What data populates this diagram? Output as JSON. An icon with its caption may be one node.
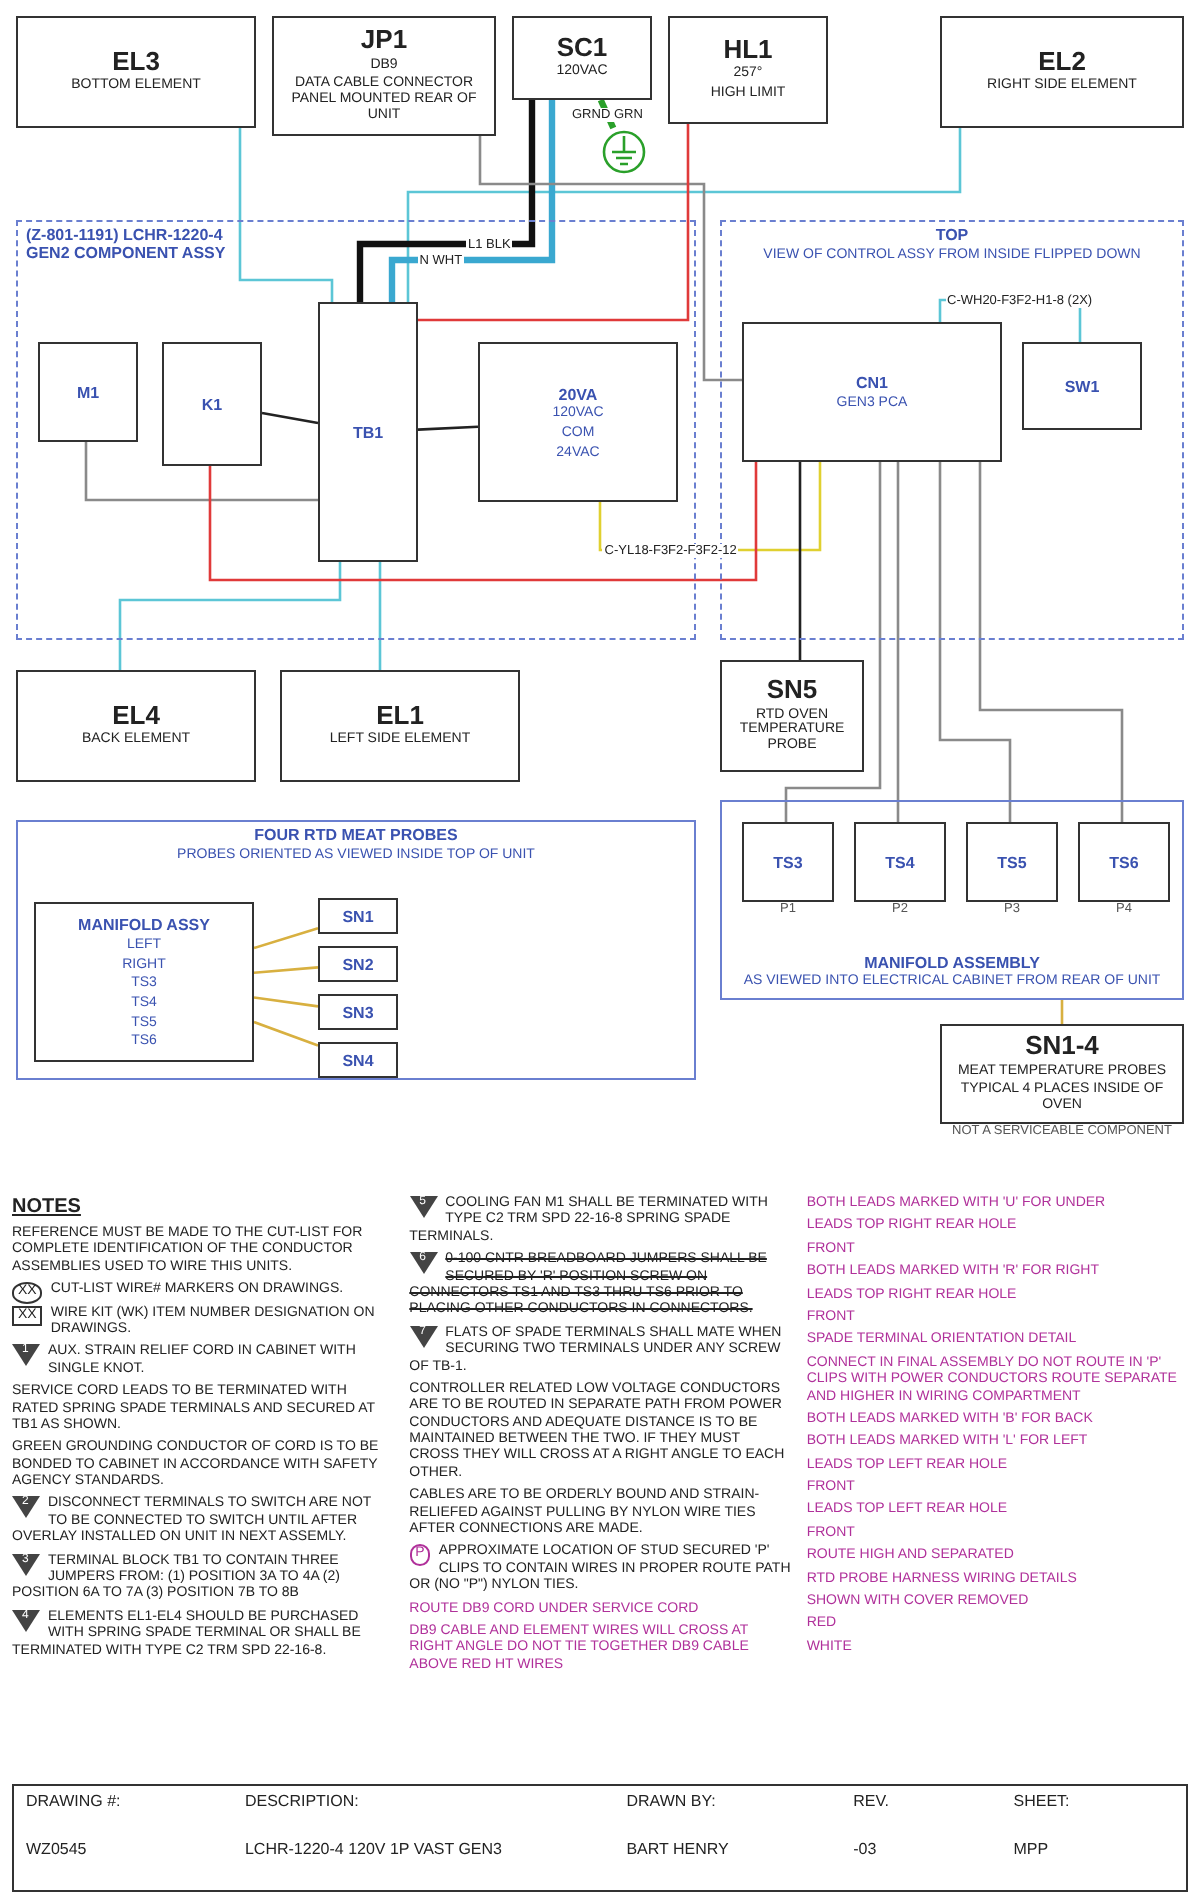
{
  "diagram": {
    "nodes": [
      {
        "text": [
          "EL3",
          "BOTTOM ELEMENT"
        ]
      },
      {
        "text": [
          "EL2",
          "RIGHT SIDE ELEMENT"
        ]
      },
      {
        "text": [
          "JP1",
          "DB9",
          "DATA CABLE CONNECTOR PANEL MOUNTED REAR OF UNIT"
        ]
      },
      {
        "text": [
          "SC1",
          "120VAC"
        ]
      },
      {
        "text": [
          "HL1",
          "257°",
          "HIGH LIMIT"
        ]
      },
      {
        "text": [
          "(Z-801-1191) LCHR-1220-4 GEN2 COMPONENT ASSY"
        ]
      },
      {
        "text": [
          "M1"
        ],
        "in": 5
      },
      {
        "text": [
          "K1"
        ],
        "in": 5
      },
      {
        "text": [
          "TB1"
        ],
        "in": 5
      },
      {
        "text": [
          "20VA",
          "120VAC",
          "COM",
          "24VAC"
        ],
        "in": 5
      },
      {
        "text": [
          "TOP",
          "VIEW OF CONTROL ASSY FROM INSIDE FLIPPED DOWN"
        ]
      },
      {
        "text": [
          "CN1",
          "GEN3 PCA"
        ],
        "in": 10
      },
      {
        "text": [
          "SW1"
        ],
        "in": 10
      },
      {
        "text": [
          "SN5",
          "RTD OVEN TEMPERATURE PROBE"
        ]
      },
      {
        "text": [
          "MANIFOLD ASSEMBLY",
          "AS VIEWED INTO ELECTRICAL CABINET FROM REAR OF UNIT"
        ]
      },
      {
        "text": [
          "TS3"
        ],
        "in": 14,
        "beside": [
          "P1"
        ]
      },
      {
        "text": [
          "TS4"
        ],
        "in": 14,
        "beside": [
          "P2"
        ]
      },
      {
        "text": [
          "TS5"
        ],
        "in": 14,
        "beside": [
          "P3"
        ]
      },
      {
        "text": [
          "TS6"
        ],
        "in": 14,
        "beside": [
          "P4"
        ]
      },
      {
        "text": [
          "SN1-4",
          "MEAT TEMPERATURE PROBES",
          "TYPICAL 4 PLACES INSIDE OF OVEN"
        ],
        "beside": [
          "NOT A SERVICEABLE COMPONENT"
        ]
      },
      {
        "text": [
          "EL4",
          "BACK ELEMENT"
        ]
      },
      {
        "text": [
          "EL1",
          "LEFT SIDE ELEMENT"
        ]
      },
      {
        "text": [
          "FOUR RTD MEAT PROBES",
          "PROBES ORIENTED AS VIEWED INSIDE TOP OF UNIT"
        ]
      },
      {
        "text": [
          "MANIFOLD ASSY",
          "LEFT",
          "RIGHT",
          "TS3",
          "TS4",
          "TS5",
          "TS6"
        ],
        "in": 22
      },
      {
        "text": [
          "SN1"
        ],
        "in": 22
      },
      {
        "text": [
          "SN2"
        ],
        "in": 22
      },
      {
        "text": [
          "SN3"
        ],
        "in": 22
      },
      {
        "text": [
          "SN4"
        ],
        "in": 22
      },
      {
        "text": [],
        "shape": "circle"
      }
    ],
    "edges": [
      {
        "from": 0,
        "to": 8,
        "arrow": "none",
        "color": "#5cc6d6"
      },
      {
        "from": 1,
        "to": 8,
        "arrow": "none",
        "color": "#5cc6d6"
      },
      {
        "from": 20,
        "to": 8,
        "arrow": "none",
        "color": "#5cc6d6"
      },
      {
        "from": 21,
        "to": 8,
        "arrow": "none",
        "color": "#5cc6d6"
      },
      {
        "from": 3,
        "to": 8,
        "arrow": "none",
        "label": "L1 BLK",
        "style": "thick",
        "color": "#111111"
      },
      {
        "from": 3,
        "to": 8,
        "arrow": "none",
        "label": "N WHT",
        "style": "thick",
        "color": "#3aa8d0"
      },
      {
        "from": 3,
        "to": 28,
        "arrow": "none",
        "label": "GRND GRN",
        "style": "thick",
        "color": "#2aa02a"
      },
      {
        "from": 2,
        "to": 11,
        "arrow": "none",
        "color": "#8a8a8a"
      },
      {
        "from": 4,
        "to": 8,
        "arrow": "none",
        "color": "#e03a3a"
      },
      {
        "from": 7,
        "to": 8,
        "arrow": "none",
        "color": "#222222"
      },
      {
        "from": 6,
        "to": 8,
        "arrow": "none",
        "color": "#8a8a8a"
      },
      {
        "from": 9,
        "to": 8,
        "arrow": "none",
        "color": "#222222"
      },
      {
        "from": 9,
        "to": 11,
        "arrow": "none",
        "label": "C-YL18-F3F2-F3F2-12",
        "color": "#e0d030"
      },
      {
        "from": 11,
        "to": 7,
        "arrow": "none",
        "color": "#e03a3a"
      },
      {
        "from": 12,
        "to": 11,
        "arrow": "none",
        "label": "C-WH20-F3F2-H1-8 (2X)",
        "color": "#5cc6d6"
      },
      {
        "from": 13,
        "to": 11,
        "arrow": "none",
        "color": "#222222"
      },
      {
        "from": 15,
        "to": 11,
        "arrow": "none",
        "color": "#8a8a8a"
      },
      {
        "from": 16,
        "to": 11,
        "arrow": "none",
        "color": "#8a8a8a"
      },
      {
        "from": 17,
        "to": 11,
        "arrow": "none",
        "color": "#8a8a8a"
      },
      {
        "from": 18,
        "to": 11,
        "arrow": "none",
        "color": "#8a8a8a"
      },
      {
        "from": 19,
        "to": 14,
        "arrow": "none",
        "color": "#d8b040"
      },
      {
        "from": 24,
        "to": 23,
        "arrow": "none",
        "color": "#d8b040"
      },
      {
        "from": 25,
        "to": 23,
        "arrow": "none",
        "color": "#d8b040"
      },
      {
        "from": 26,
        "to": 23,
        "arrow": "none",
        "color": "#d8b040"
      },
      {
        "from": 27,
        "to": 23,
        "arrow": "none",
        "color": "#d8b040"
      }
    ],
    "labels": [
      "NOTES",
      "REFERENCE MUST BE MADE TO THE CUT-LIST FOR COMPLETE IDENTIFICATION OF THE CONDUCTOR ASSEMBLIES USED TO WIRE THIS UNITS.",
      "XX",
      "CUT-LIST WIRE# MARKERS ON DRAWINGS.",
      "XX",
      "WIRE KIT (WK) ITEM NUMBER DESIGNATION ON DRAWINGS.",
      "1",
      "AUX. STRAIN RELIEF CORD IN CABINET WITH SINGLE KNOT.",
      "SERVICE CORD LEADS TO BE TERMINATED WITH RATED SPRING SPADE TERMINALS AND SECURED AT TB1 AS SHOWN.",
      "GREEN GROUNDING CONDUCTOR OF CORD IS TO BE BONDED TO CABINET IN ACCORDANCE WITH SAFETY AGENCY STANDARDS.",
      "2",
      "DISCONNECT TERMINALS TO SWITCH ARE NOT TO BE CONNECTED TO SWITCH UNTIL AFTER OVERLAY INSTALLED ON UNIT IN NEXT ASSEMLY.",
      "3",
      "TERMINAL BLOCK TB1 TO CONTAIN THREE JUMPERS FROM: (1) POSITION 3A TO 4A (2) POSITION 6A TO 7A (3) POSITION 7B TO 8B",
      "4",
      "ELEMENTS EL1-EL4 SHOULD BE PURCHASED WITH SPRING SPADE TERMINAL OR SHALL BE TERMINATED WITH TYPE C2 TRM SPD 22-16-8.",
      "5",
      "COOLING FAN M1 SHALL BE TERMINATED WITH TYPE C2 TRM SPD 22-16-8 SPRING SPADE TERMINALS.",
      "6",
      "0-100 CNTR BREADBOARD JUMPERS SHALL BE SECURED BY 'R' POSITION SCREW ON CONNECTORS TS1 AND TS3 THRU TS6 PRIOR TO PLACING OTHER CONDUCTORS IN CONNECTORS.",
      "7",
      "FLATS OF SPADE TERMINALS SHALL MATE WHEN SECURING TWO TERMINALS UNDER ANY SCREW OF TB-1.",
      "CONTROLLER RELATED LOW VOLTAGE CONDUCTORS ARE TO BE ROUTED IN SEPARATE PATH FROM POWER CONDUCTORS AND ADEQUATE DISTANCE IS TO BE MAINTAINED BETWEEN THE TWO. IF THEY MUST CROSS THEY WILL CROSS AT A RIGHT ANGLE TO EACH OTHER.",
      "CABLES ARE TO BE ORDERLY BOUND AND STRAIN-RELIEFED AGAINST PULLING BY NYLON WIRE TIES AFTER CONNECTIONS ARE MADE.",
      "P",
      "APPROXIMATE LOCATION OF STUD SECURED 'P' CLIPS TO CONTAIN WIRES IN PROPER ROUTE PATH OR (NO \"P\") NYLON TIES.",
      "ROUTE DB9 CORD UNDER SERVICE CORD",
      "DB9 CABLE AND ELEMENT WIRES WILL CROSS AT RIGHT ANGLE DO NOT TIE TOGETHER DB9 CABLE ABOVE RED HT WIRES",
      "BOTH LEADS MARKED WITH 'U' FOR UNDER",
      "LEADS TOP RIGHT REAR HOLE",
      "FRONT",
      "BOTH LEADS MARKED WITH 'R' FOR RIGHT",
      "LEADS TOP RIGHT REAR HOLE",
      "FRONT",
      "SPADE TERMINAL ORIENTATION DETAIL",
      "CONNECT IN FINAL ASSEMBLY DO NOT ROUTE IN 'P' CLIPS WITH POWER CONDUCTORS ROUTE SEPARATE AND HIGHER IN WIRING COMPARTMENT",
      "BOTH LEADS MARKED WITH 'B' FOR BACK",
      "BOTH LEADS MARKED WITH 'L' FOR LEFT",
      "LEADS TOP LEFT REAR HOLE",
      "FRONT",
      "LEADS TOP LEFT REAR HOLE",
      "FRONT",
      "ROUTE HIGH AND SEPARATED",
      "RTD PROBE HARNESS WIRING DETAILS",
      "SHOWN WITH COVER REMOVED",
      "RED",
      "WHITE",
      "DRAWING #:",
      "WZ0545",
      "DESCRIPTION:",
      "LCHR-1220-4 120V 1P VAST GEN3",
      "DRAWN BY:",
      "BART HENRY",
      "REV.",
      "-03",
      "SHEET:",
      "MPP"
    ]
  }
}
